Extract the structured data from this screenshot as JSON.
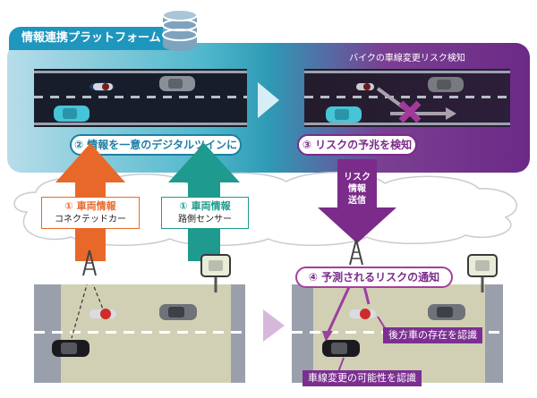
{
  "platform": {
    "label": "情報連携プラットフォーム"
  },
  "risk_caption": "バイクの車線変更リスク検知",
  "steps": {
    "twin": "② 情報を一意のデジタルツインに",
    "predict": "③ リスクの予兆を検知",
    "vehicle_title": "① 車両情報",
    "vehicle_sub": "コネクテッドカー",
    "roadside_title": "① 車両情報",
    "roadside_sub": "路側センサー",
    "risk_send": [
      "リスク",
      "情報",
      "送信"
    ],
    "notify": "④ 予測されるリスクの通知"
  },
  "tags": {
    "rear_vehicle": "後方車の存在を認識",
    "lane_change": "車線変更の可能性を認識"
  },
  "colors": {
    "orange": "#e8682a",
    "teal": "#1e9a8e",
    "purple": "#7b2b8a",
    "blue": "#1e96bd"
  }
}
